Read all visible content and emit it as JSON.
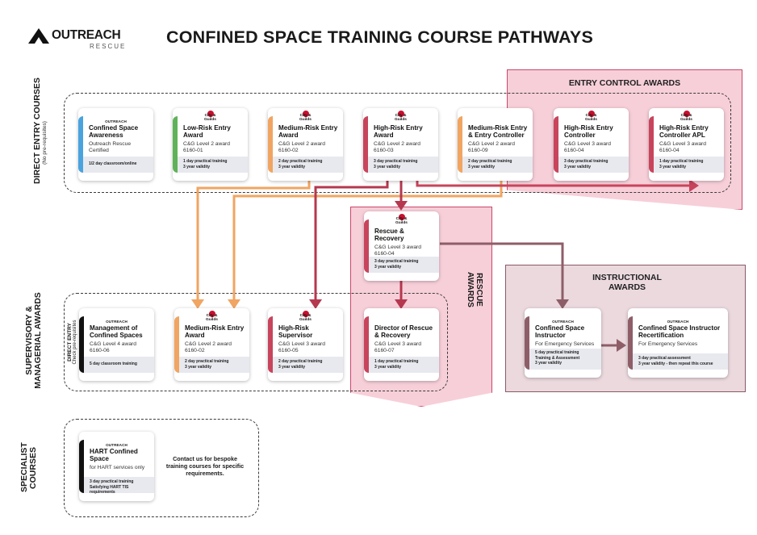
{
  "header": {
    "logo_text": "OUTREACH",
    "logo_sub": "RESCUE",
    "title": "CONFINED SPACE TRAINING COURSE PATHWAYS"
  },
  "regions": {
    "entry_control": "ENTRY CONTROL AWARDS",
    "rescue": "RESCUE AWARDS",
    "instructional": "INSTRUCTIONAL AWARDS"
  },
  "rows": {
    "direct_entry": {
      "label": "DIRECT ENTRY COURSES",
      "sub": "(No pre-requisites)"
    },
    "supervisory": {
      "label": "SUPERVISORY & MANAGERIAL AWARDS"
    },
    "specialist": {
      "label": "SPECIALIST COURSES"
    }
  },
  "notes": {
    "direct_entry_note_1": "DIRECT ENTRY",
    "direct_entry_note_2": "Check pre-requisites",
    "contact": "Contact us for bespoke training courses for specific requirements."
  },
  "badges": {
    "outreach": "OUTREACH",
    "cg_line1": "City &",
    "cg_line2": "Guilds"
  },
  "colors": {
    "blue": "#4aa3dd",
    "green": "#5fb25a",
    "orange": "#f0a562",
    "red": "#c8445c",
    "maroon": "#b5384f",
    "mauve": "#8e5e68",
    "black": "#111111",
    "pink_region": "#f7cfd9",
    "mauve_region": "#ebd9de"
  },
  "cards": {
    "awareness": {
      "title": "Confined Space Awareness",
      "body": "Outreach Rescue Certified",
      "foot": [
        "1/2 day classroom/online"
      ]
    },
    "low_risk": {
      "title": "Low-Risk Entry Award",
      "body": "C&G Level 2 award 6160-01",
      "foot": [
        "1 day practical training",
        "3 year validity"
      ]
    },
    "medium_risk": {
      "title": "Medium-Risk Entry Award",
      "body": "C&G Level 2 award 6160-02",
      "foot": [
        "2 day practical training",
        "3 year validity"
      ]
    },
    "high_risk": {
      "title": "High-Risk Entry Award",
      "body": "C&G Level 2 award 6160-03",
      "foot": [
        "3 day practical training",
        "3 year validity"
      ]
    },
    "medium_controller": {
      "title": "Medium-Risk Entry & Entry Controller",
      "body": "C&G Level 2 award 6160-09",
      "foot": [
        "2 day practical training",
        "3 year validity"
      ]
    },
    "high_controller": {
      "title": "High-Risk Entry Controller",
      "body": "C&G Level 3 award 6160-04",
      "foot": [
        "3 day practical training",
        "3 year validity"
      ]
    },
    "high_controller_apl": {
      "title": "High-Risk Entry Controller APL",
      "body": "C&G Level 3 award 6160-04",
      "foot": [
        "1 day practical training",
        "3 year validity"
      ]
    },
    "rescue_recovery": {
      "title": "Rescue & Recovery",
      "body": "C&G Level 3 award 6160-04",
      "foot": [
        "3 day practical training",
        "3 year validity"
      ]
    },
    "management": {
      "title": "Management of Confined Spaces",
      "body": "C&G Level 4 award 6160-06",
      "foot": [
        "5 day classroom training"
      ]
    },
    "medium_risk_2": {
      "title": "Medium-Risk Entry Award",
      "body": "C&G Level 2 award 6160-02",
      "foot": [
        "2 day practical training",
        "3 year validity"
      ]
    },
    "supervisor": {
      "title": "High-Risk Supervisor",
      "body": "C&G Level 3 award 6160-05",
      "foot": [
        "2 day practical training",
        "3 year validity"
      ]
    },
    "director": {
      "title": "Director of Rescue & Recovery",
      "body": "C&G Level 3 award 6160-07",
      "foot": [
        "1 day practical training",
        "3 year validity"
      ]
    },
    "instructor": {
      "title": "Confined Space Instructor",
      "body": "For Emergency Services",
      "foot": [
        "5 day practical training",
        "Training & Assessment",
        "3 year validity"
      ]
    },
    "instructor_recert": {
      "title": "Confined Space Instructor Recertification",
      "body": "For Emergency Services",
      "foot": [
        "3 day practical assessment",
        "3 year validity - then repeat this course"
      ]
    },
    "hart": {
      "title": "HART Confined Space",
      "body": "for HART services only",
      "foot": [
        "3 day practical training",
        "Satisfying HART TIS requirements"
      ]
    }
  }
}
